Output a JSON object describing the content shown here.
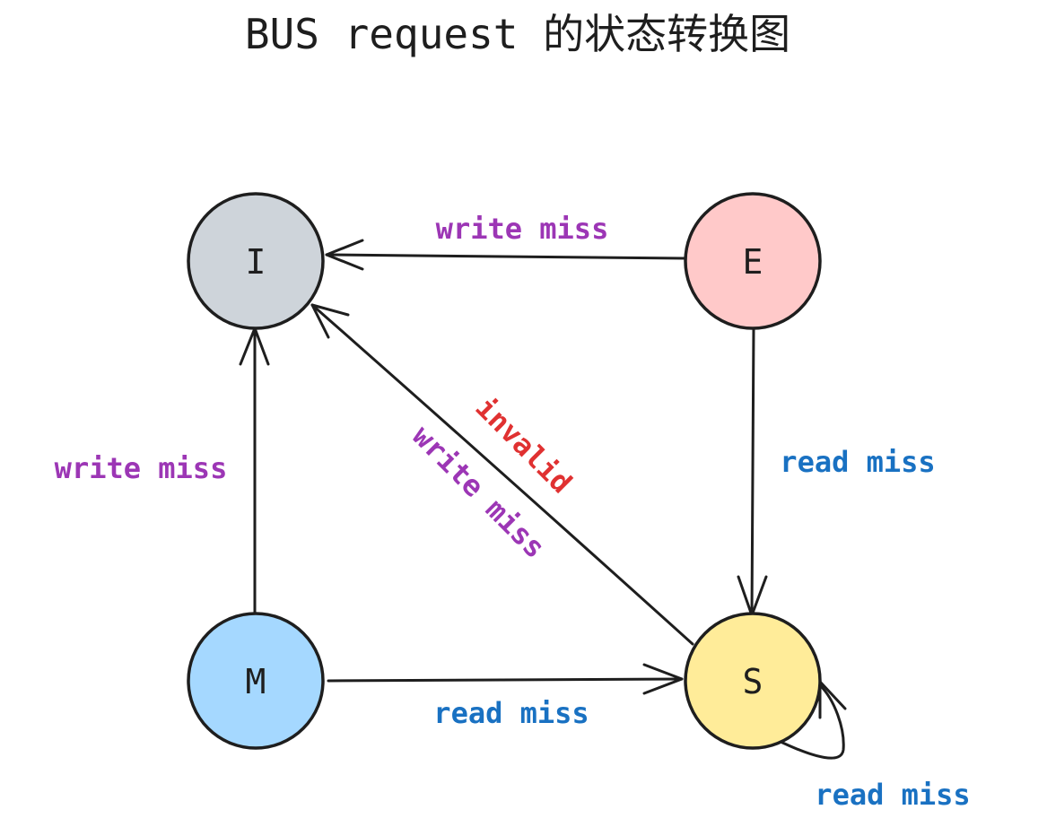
{
  "title": "BUS request 的状态转换图",
  "colors": {
    "stroke": "#1e1e1e",
    "write_miss": "#9c36b5",
    "read_miss": "#1971c2",
    "invalid": "#e03131"
  },
  "nodes": [
    {
      "id": "I",
      "label": "I",
      "fill": "#ced4da"
    },
    {
      "id": "E",
      "label": "E",
      "fill": "#ffc9c9"
    },
    {
      "id": "M",
      "label": "M",
      "fill": "#a5d8ff"
    },
    {
      "id": "S",
      "label": "S",
      "fill": "#ffec99"
    }
  ],
  "edges": [
    {
      "id": "e-to-i",
      "from": "E",
      "to": "I",
      "label": "write miss",
      "label_kind": "write_miss"
    },
    {
      "id": "m-to-i",
      "from": "M",
      "to": "I",
      "label": "write miss",
      "label_kind": "write_miss"
    },
    {
      "id": "s-to-i",
      "from": "S",
      "to": "I",
      "labels": [
        {
          "text": "invalid",
          "kind": "invalid"
        },
        {
          "text": "write miss",
          "kind": "write_miss"
        }
      ]
    },
    {
      "id": "e-to-s",
      "from": "E",
      "to": "S",
      "label": "read miss",
      "label_kind": "read_miss"
    },
    {
      "id": "m-to-s",
      "from": "M",
      "to": "S",
      "label": "read miss",
      "label_kind": "read_miss"
    },
    {
      "id": "s-to-s",
      "from": "S",
      "to": "S",
      "label": "read miss",
      "label_kind": "read_miss"
    }
  ]
}
